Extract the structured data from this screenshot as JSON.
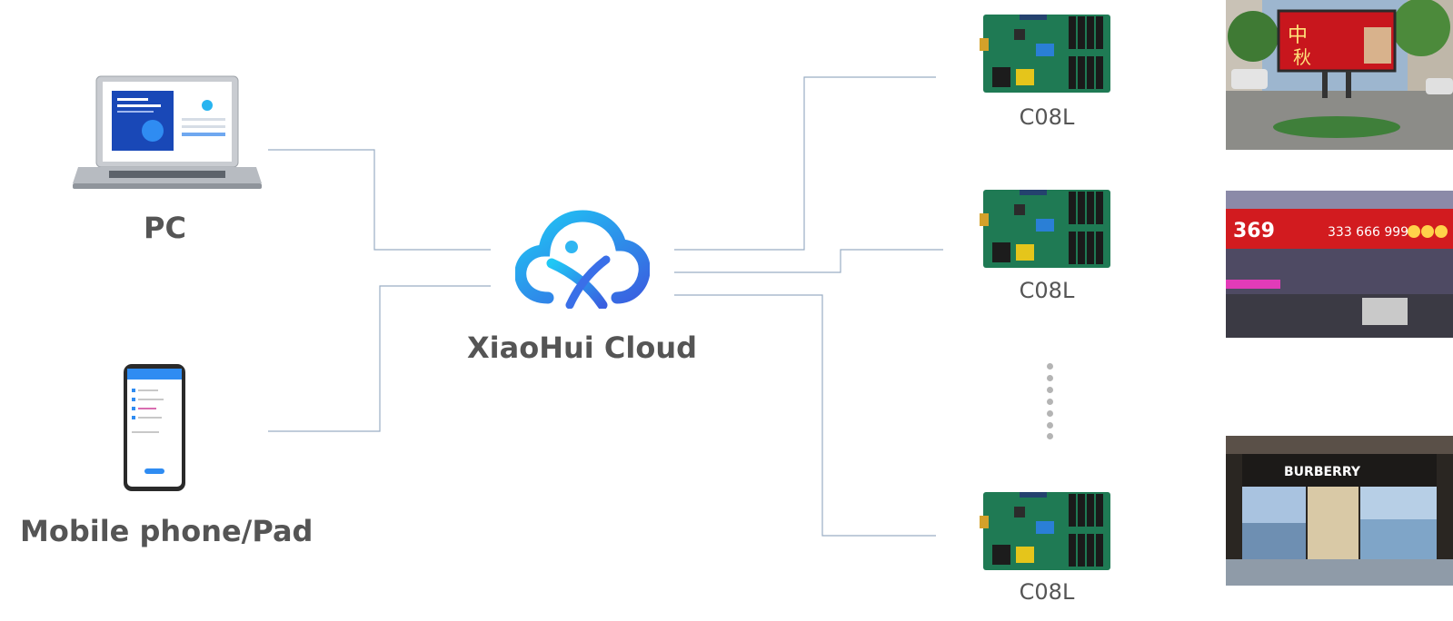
{
  "sources": {
    "pc_label": "PC",
    "mobile_label": "Mobile phone/Pad"
  },
  "cloud": {
    "label": "XiaoHui Cloud",
    "colors": {
      "start": "#1fc8f5",
      "end": "#3a5fe0"
    }
  },
  "boards": [
    {
      "label": "C08L"
    },
    {
      "label": "C08L"
    },
    {
      "label": "C08L"
    }
  ],
  "screens": {
    "screen1_text_1": "中",
    "screen1_text_2": "秋",
    "screen2_text": "369",
    "screen2_phone": "333 666 999",
    "screen3_brand": "BURBERRY"
  },
  "colors": {
    "wire": "#9aaec4",
    "label": "#555555",
    "board_pcb": "#1f7a54",
    "chip": "#1a1a1a"
  }
}
